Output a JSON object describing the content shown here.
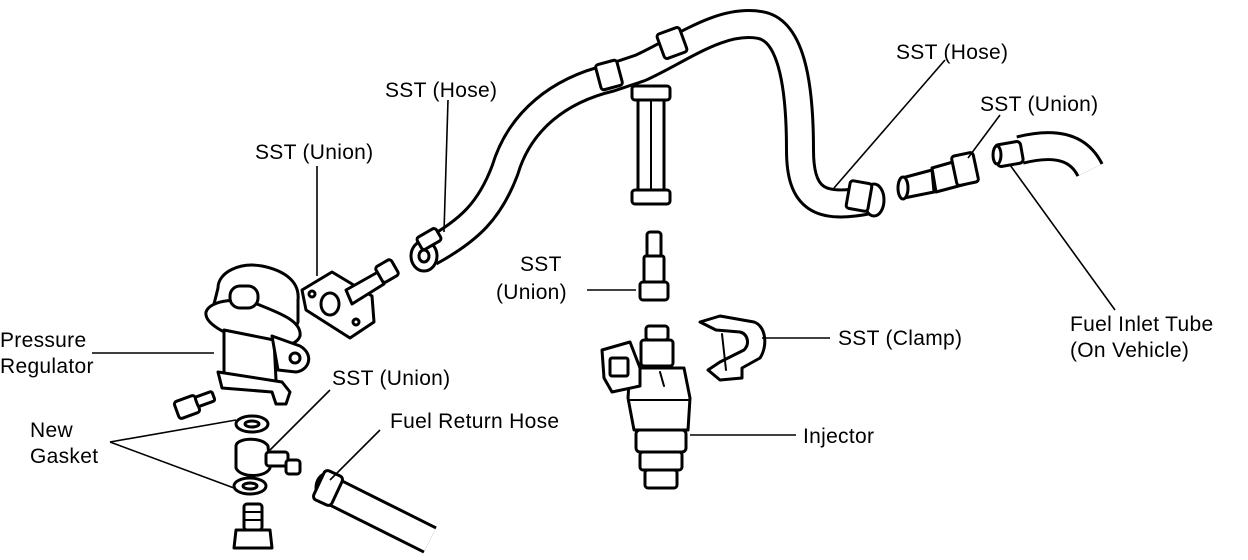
{
  "labels": {
    "sst_hose_left": "SST (Hose)",
    "sst_hose_right": "SST (Hose)",
    "sst_union_left": "SST (Union)",
    "sst_union_right": "SST (Union)",
    "sst_union_center_line1": "SST",
    "sst_union_center_line2": "(Union)",
    "sst_clamp": "SST (Clamp)",
    "sst_union_lower": "SST (Union)",
    "pressure_regulator_line1": "Pressure",
    "pressure_regulator_line2": "Regulator",
    "new_gasket_line1": "New",
    "new_gasket_line2": "Gasket",
    "fuel_return_hose": "Fuel Return Hose",
    "injector": "Injector",
    "fuel_inlet_tube_line1": "Fuel Inlet Tube",
    "fuel_inlet_tube_line2": "(On Vehicle)"
  },
  "colors": {
    "ink": "#000000",
    "paper": "#ffffff"
  }
}
